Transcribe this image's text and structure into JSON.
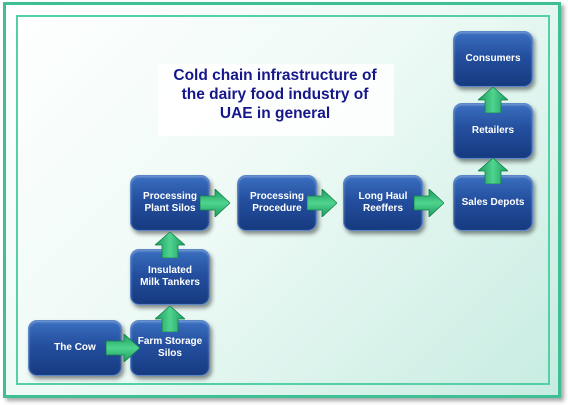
{
  "title_lines": [
    "Cold chain infrastructure of",
    "the dairy food industry of",
    "UAE in general"
  ],
  "nodes": {
    "the_cow": "The Cow",
    "farm_storage_silos": "Farm Storage Silos",
    "insulated_milk_tankers": "Insulated Milk Tankers",
    "processing_plant_silos": "Processing Plant Silos",
    "processing_procedure": "Processing Procedure",
    "long_haul_reefers": "Long Haul Reeffers",
    "sales_depots": "Sales Depots",
    "retailers": "Retailers",
    "consumers": "Consumers"
  },
  "colors": {
    "border": "#3fbf95",
    "title": "#16178a",
    "node_fill": "#244f9e",
    "arrow": "#27b56d"
  }
}
